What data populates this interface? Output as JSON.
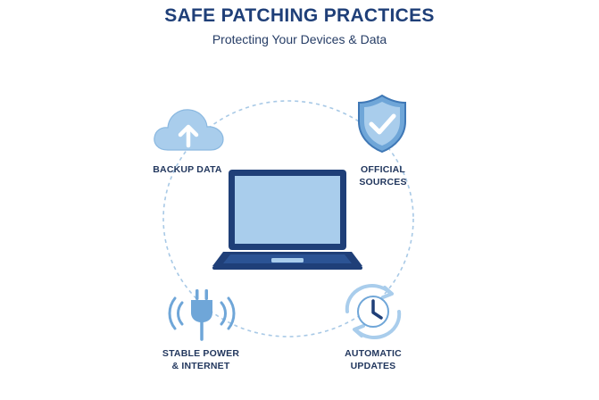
{
  "header": {
    "title": "SAFE PATCHING PRACTICES",
    "subtitle": "Protecting Your Devices & Data"
  },
  "nodes": {
    "backup": {
      "label": "BACKUP DATA",
      "icon": "cloud-upload-icon"
    },
    "official": {
      "line1": "OFFICIAL",
      "line2": "SOURCES",
      "icon": "shield-check-icon"
    },
    "power": {
      "line1": "STABLE POWER",
      "line2": "& INTERNET",
      "icon": "power-plug-icon"
    },
    "updates": {
      "line1": "AUTOMATIC",
      "line2": "UPDATES",
      "icon": "auto-update-clock-icon"
    }
  },
  "center": {
    "icon": "laptop-icon"
  },
  "colors": {
    "navy": "#1f3f78",
    "light_blue": "#a9cdec",
    "mid_blue": "#6fa6d8",
    "ring": "#a8c9e6"
  }
}
